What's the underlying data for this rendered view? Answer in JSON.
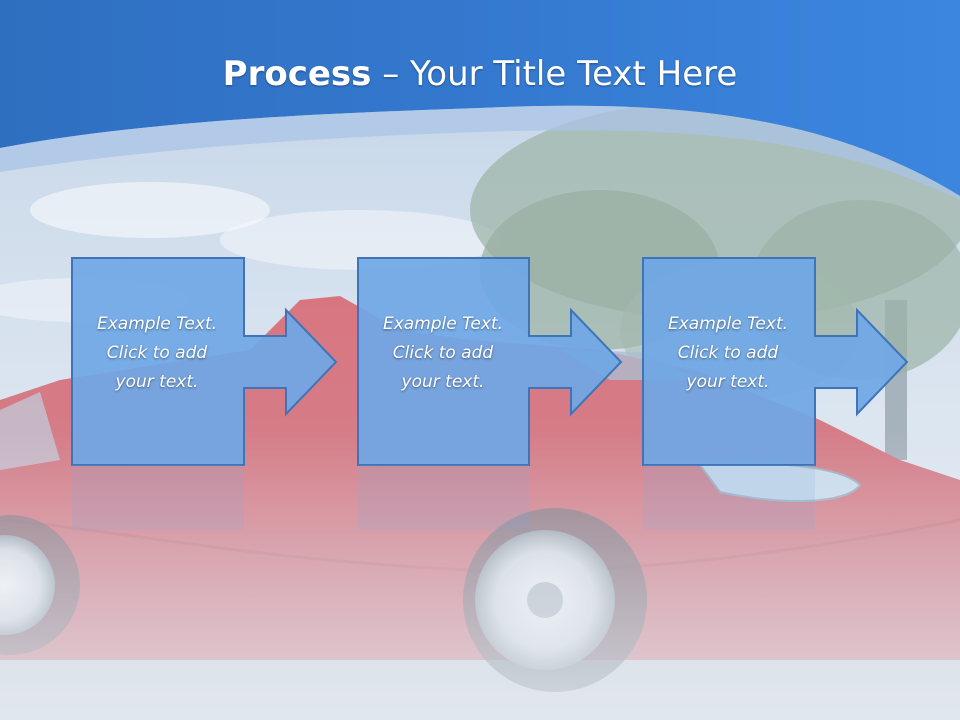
{
  "slide": {
    "title_bold": "Process",
    "title_dash": " – ",
    "title_rest": "Your Title Text Here",
    "steps": [
      {
        "text": "Example Text.\nClick  to add\nyour text."
      },
      {
        "text": "Example Text.\nClick  to add\nyour text."
      },
      {
        "text": "Example Text.\nClick  to add\nyour text."
      }
    ]
  },
  "colors": {
    "header_blue": "#3b7fd3",
    "box_blue": "#6ea6e6",
    "box_border": "#3f75b8",
    "car_red": "#c8535f"
  },
  "icons": [
    "right-arrow-shape",
    "tree-image",
    "car-image"
  ]
}
